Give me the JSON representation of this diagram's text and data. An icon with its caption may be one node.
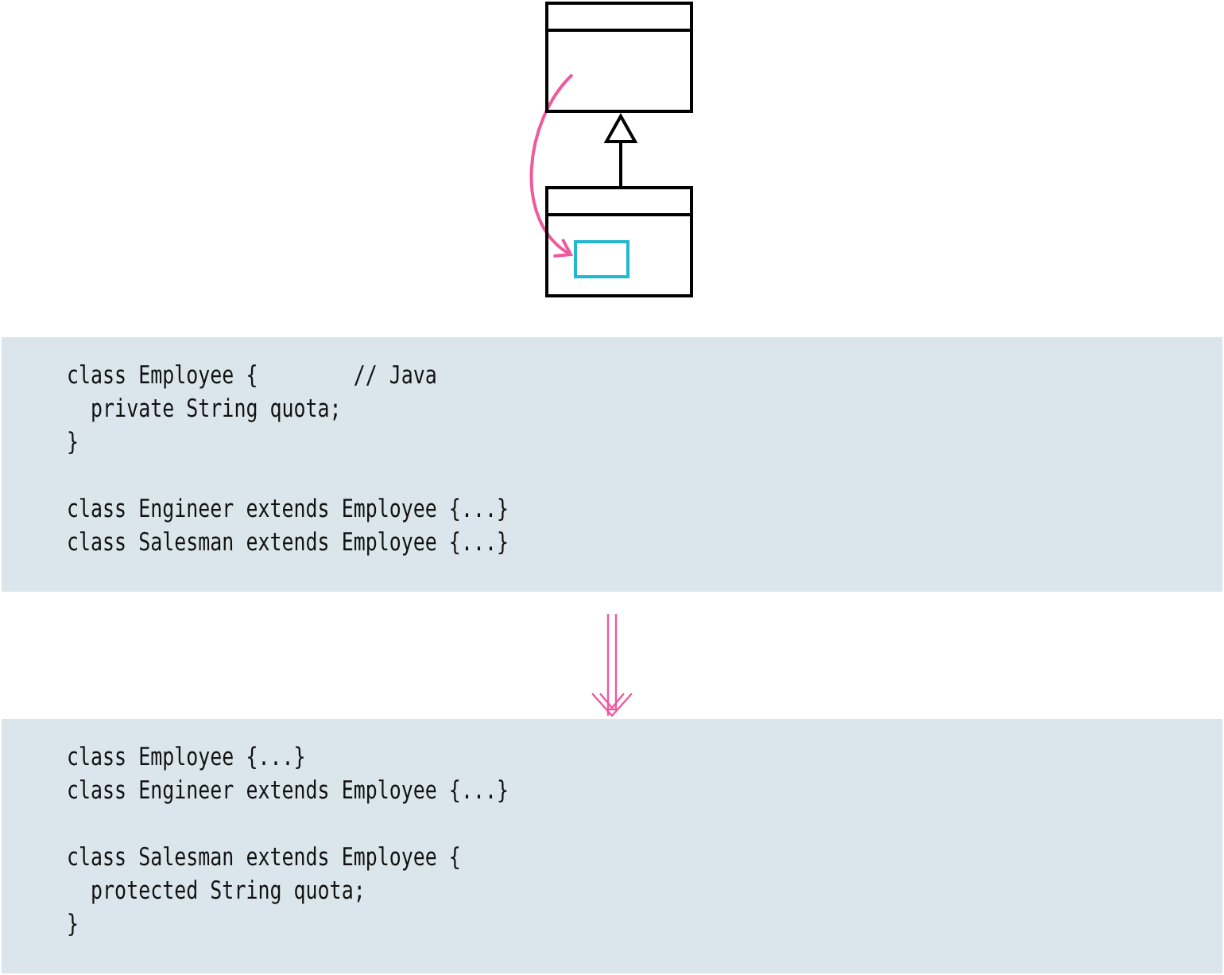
{
  "diagram": {
    "nodes": [
      {
        "text": [],
        "shape": "box"
      },
      {
        "text": [],
        "shape": "box"
      },
      {
        "text": [],
        "shape": "box",
        "in": 1
      },
      {
        "text": [
          "class Employee {        // Java",
          "  private String quota;",
          "}",
          "class Engineer extends Employee {...}",
          "class Salesman extends Employee {...}"
        ]
      },
      {
        "text": [
          "class Employee {...}",
          "class Engineer extends Employee {...}",
          "class Salesman extends Employee {",
          "  protected String quota;",
          "}"
        ]
      }
    ],
    "edges": [
      {
        "from": 1,
        "to": 0,
        "arrow": "to",
        "color": "#000000"
      },
      {
        "from": 0,
        "to": 2,
        "arrow": "to",
        "color": "#ee5a9d"
      },
      {
        "from": 3,
        "to": 4,
        "arrow": "to",
        "color": "#ee5a9d"
      }
    ]
  }
}
